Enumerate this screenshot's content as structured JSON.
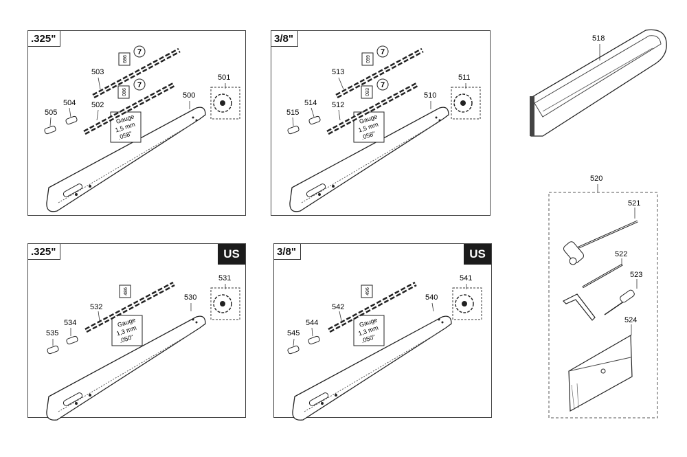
{
  "panels": [
    {
      "title": ".325\"",
      "bar": "500",
      "drive": "501",
      "chain_a": "502",
      "chain_b": "503",
      "link1": "504",
      "link2": "505",
      "tag_a": "086",
      "tag_b": "686",
      "gauge": [
        "Gauge",
        "1,5 mm",
        ".058\""
      ]
    },
    {
      "title": "3/8\"",
      "bar": "510",
      "drive": "511",
      "chain_a": "512",
      "chain_b": "513",
      "link1": "514",
      "link2": "515",
      "tag_a": "093",
      "tag_b": "099",
      "gauge": [
        "Gauge",
        "1,5 mm",
        ".058\""
      ]
    },
    {
      "title": ".325\"",
      "badge": "US",
      "bar": "530",
      "drive": "531",
      "chain_a": "532",
      "link1": "534",
      "link2": "535",
      "tag_a": "486",
      "gauge": [
        "Gauge",
        "1,3 mm",
        ".050\""
      ]
    },
    {
      "title": "3/8\"",
      "badge": "US",
      "bar": "540",
      "drive": "541",
      "chain_a": "542",
      "link1": "544",
      "link2": "545",
      "tag_a": "496",
      "gauge": [
        "Gauge",
        "1,3 mm",
        ".050\""
      ]
    }
  ],
  "cover": {
    "label": "518"
  },
  "toolkit": {
    "label": "520",
    "items": [
      "521",
      "522",
      "523",
      "524"
    ]
  }
}
